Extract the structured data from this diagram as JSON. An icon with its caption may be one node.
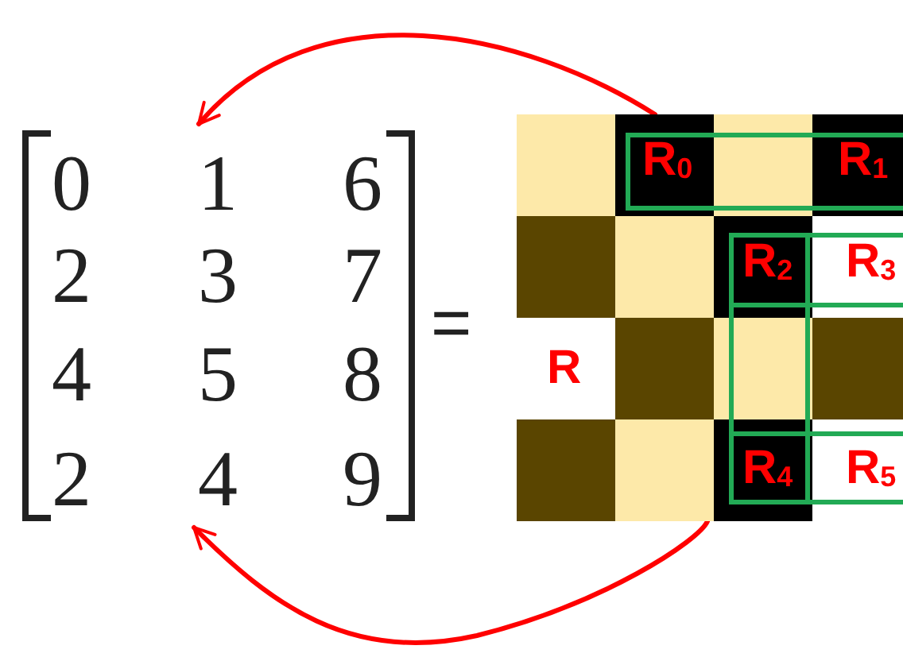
{
  "diagram": {
    "nodes": [
      {
        "text": [
          "0",
          "1",
          "6",
          "2",
          "3",
          "7",
          "4",
          "5",
          "8",
          "2",
          "4",
          "9"
        ]
      },
      {
        "text": [],
        "shape": "box"
      },
      {
        "text": [
          "R$_{0}$"
        ],
        "in": 1
      },
      {
        "text": [
          "R$_{1}$"
        ],
        "in": 1
      },
      {
        "text": [
          "R$_{2}$"
        ],
        "in": 1
      },
      {
        "text": [
          "R$_{3}$"
        ],
        "in": 1
      },
      {
        "text": [
          "R"
        ],
        "in": 1
      },
      {
        "text": [
          "R$_{4}$"
        ],
        "in": 1
      },
      {
        "text": [
          "R$_{5}$"
        ],
        "in": 1
      }
    ],
    "edges": [
      {
        "from": 1,
        "to": 0,
        "arrow": "to"
      },
      {
        "from": 1,
        "to": 0,
        "arrow": "to"
      }
    ],
    "labels": [
      "="
    ]
  }
}
